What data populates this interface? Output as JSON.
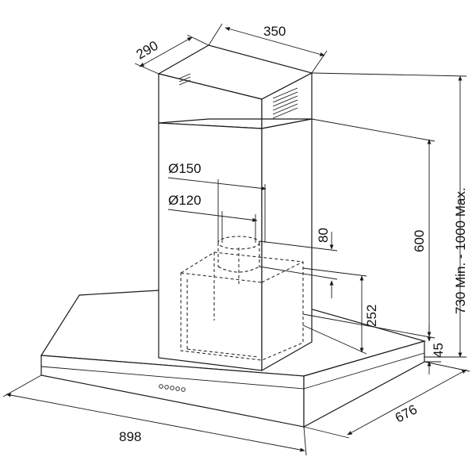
{
  "dimensions": {
    "chimney_depth": "290",
    "chimney_width": "350",
    "outlet_150": "Ø150",
    "outlet_120": "Ø120",
    "spigot_80": "80",
    "height_600": "600",
    "height_range": "730 Min. - 1000 Max.",
    "motor_252": "252",
    "canopy_45": "45",
    "depth_676": "676",
    "width_898": "898"
  }
}
